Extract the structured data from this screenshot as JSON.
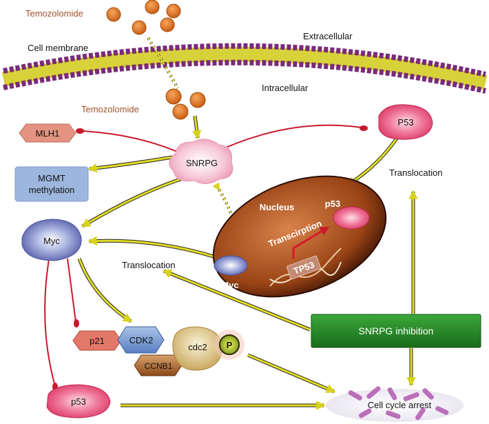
{
  "labels": {
    "temozolomide_top": "Temozolomide",
    "temozolomide_mid": "Temozolomide",
    "cell_membrane": "Cell membrane",
    "extracellular": "Extracellular",
    "intracellular": "Intracellular",
    "translocation_right": "Translocation",
    "translocation_left": "Translocation",
    "nucleus": "Nucleus",
    "transcription": "Transcirption",
    "tp53": "TP53",
    "cell_cycle_arrest": "Cell cycle arrest"
  },
  "nodes": {
    "mlh1": "MLH1",
    "snrpg": "SNRPG",
    "mgmt_line1": "MGMT",
    "mgmt_line2": "methylation",
    "p53_top": "P53",
    "p53_nucleus": "p53",
    "myc": "Myc",
    "myc_nucleus": "Myc",
    "snrpg_inhibition": "SNRPG inhibition",
    "p21": "p21",
    "cdk2": "CDK2",
    "cdc2": "cdc2",
    "phospho": "P",
    "ccnb1": "CCNB1",
    "p53_bottom": "p53"
  },
  "colors": {
    "temozolomide": "#e07a22",
    "membrane_top": "#7a2a7a",
    "membrane_tail": "#d8d23a",
    "mlh1_fill": "#e0907e",
    "mgmt_fill": "#9bb4dd",
    "snrpg_fill": "#f2b3c8",
    "p53_fill": "#e8577d",
    "myc_fill": "#7a86c4",
    "nucleus_fill": "#8a3a14",
    "inhibition_fill": "#2f8a2f",
    "yellow_arrow": "#e4df26",
    "red_inhibit": "#c8182a"
  }
}
